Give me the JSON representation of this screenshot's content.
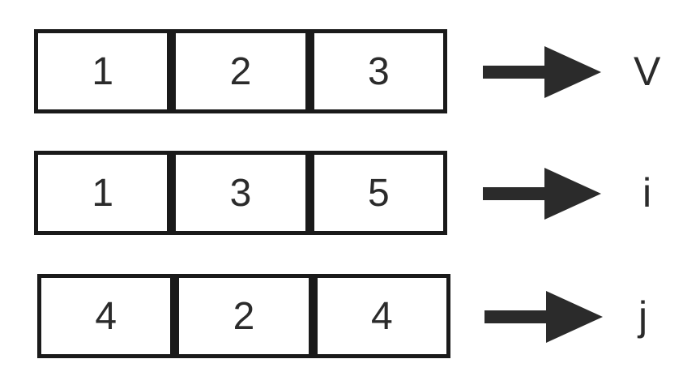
{
  "rows": [
    {
      "cells": [
        "1",
        "2",
        "3"
      ],
      "label": "V"
    },
    {
      "cells": [
        "1",
        "3",
        "5"
      ],
      "label": "i"
    },
    {
      "cells": [
        "4",
        "2",
        "4"
      ],
      "label": "j"
    }
  ],
  "colors": {
    "border": "#1a1a1a",
    "text": "#2b2b2b",
    "arrow": "#2b2b2b"
  }
}
